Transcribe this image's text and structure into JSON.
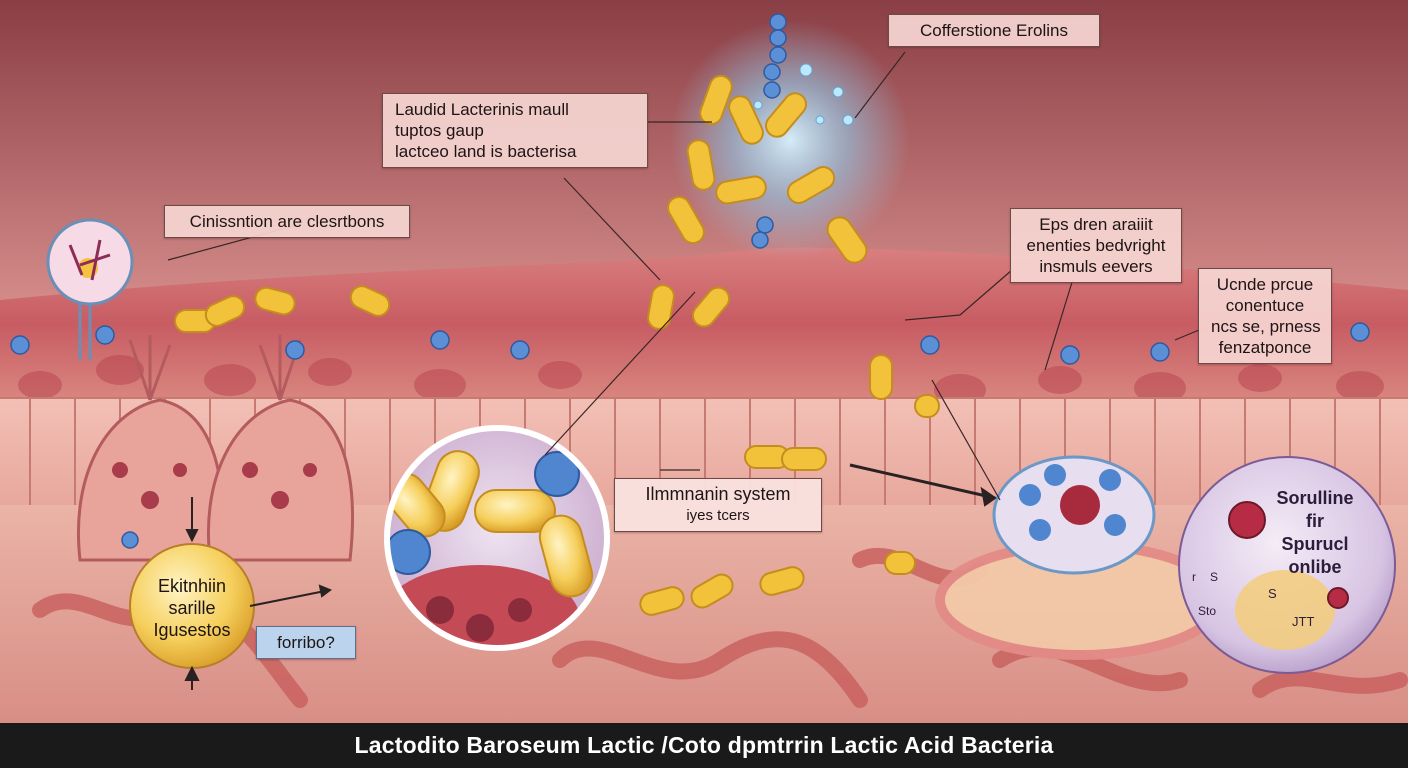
{
  "labels": {
    "top_right": "Cofferstione Erolins",
    "top_center": [
      "Laudid Lacterinis maull",
      "tuptos gaup",
      "lactceo land is bacterisa"
    ],
    "left_upper": "Cinissntion are clesrtbons",
    "right_upper": [
      "Eps dren araiiit",
      "enenties bedvright",
      "insmuls eevers"
    ],
    "right_side": [
      "Ucnde prcue",
      "conentuce",
      "ncs se, prness",
      "fenzatponce"
    ],
    "immune": [
      "Ilmmnanin system",
      "iyes tcers"
    ],
    "forribo": "forribo?"
  },
  "circles": {
    "yellow": [
      "Ekitnhiin",
      "sarille",
      "Igusestos"
    ],
    "purple": [
      "Sorulline",
      "fir",
      "Spurucl",
      "onlibe"
    ],
    "purple_small": [
      "r",
      "S",
      "Sto",
      "S",
      "JTT"
    ]
  },
  "footer": {
    "title": "Lactodito Baroseum Lactic /Coto dpmtrrin Lactic Acid Bacteria"
  },
  "colors": {
    "tissue": "#e59a92",
    "background": "#f0c0b6",
    "bacteria_yellow": "#f2c23a",
    "bacteria_blue": "#5b8fd6",
    "footer_bg": "#1a1a1a"
  }
}
